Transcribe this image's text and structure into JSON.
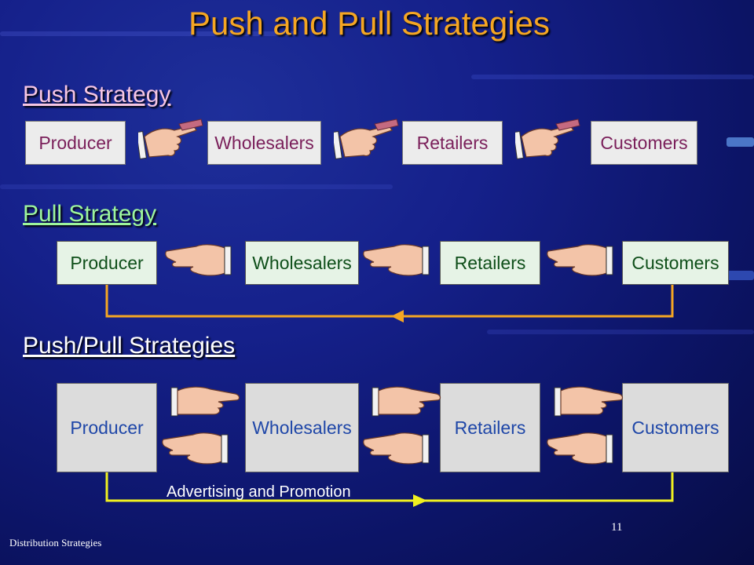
{
  "slide": {
    "title": "Push and Pull Strategies",
    "page_number": "11",
    "footer": "Distribution  Strategies"
  },
  "push": {
    "heading": "Push Strategy",
    "boxes": [
      "Producer",
      "Wholesalers",
      "Retailers",
      "Customers"
    ],
    "heading_color": "#f7c6e4",
    "box_text_color": "#7a1f5a"
  },
  "pull": {
    "heading": "Pull Strategy",
    "boxes": [
      "Producer",
      "Wholesalers",
      "Retailers",
      "Customers"
    ],
    "heading_color": "#9df59d",
    "arrow_color": "#f5a623",
    "box_text_color": "#0f4f1a"
  },
  "pushpull": {
    "heading": "Push/Pull Strategies",
    "boxes": [
      "Producer",
      "Wholesalers",
      "Retailers",
      "Customers"
    ],
    "heading_color": "#ffffff",
    "arrow_label": "Advertising and Promotion",
    "arrow_color": "#f0f020",
    "box_text_color": "#1f47a8"
  },
  "icons": {
    "push_hand": "hand-pushing-card-icon",
    "pull_hand": "hand-reaching-icon"
  }
}
